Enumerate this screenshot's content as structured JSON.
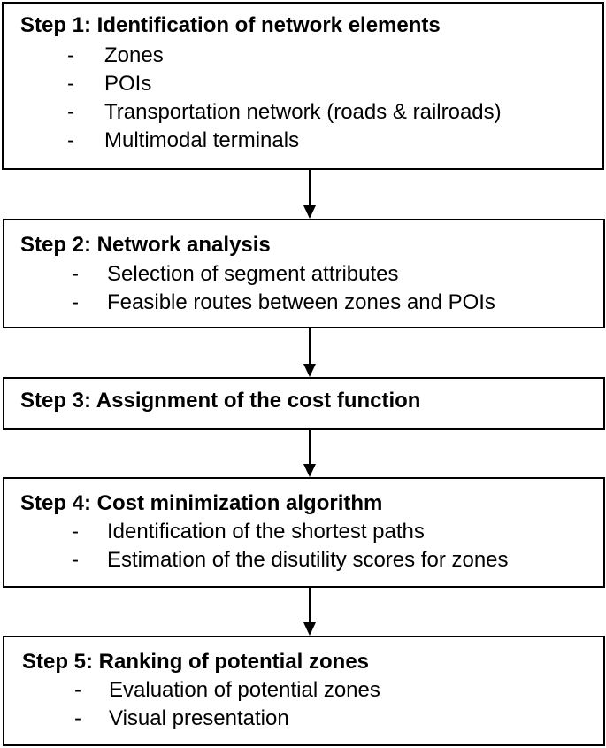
{
  "steps": [
    {
      "title": "Step 1: Identification of network elements",
      "items": [
        "Zones",
        "POIs",
        "Transportation network (roads & railroads)",
        "Multimodal terminals"
      ]
    },
    {
      "title": "Step 2: Network analysis",
      "items": [
        "Selection of segment attributes",
        "Feasible routes between zones and POIs"
      ]
    },
    {
      "title": "Step 3: Assignment of the cost function",
      "items": []
    },
    {
      "title": "Step 4: Cost minimization algorithm",
      "items": [
        "Identification of the shortest paths",
        "Estimation of the disutility scores for zones"
      ]
    },
    {
      "title": "Step 5: Ranking of potential zones",
      "items": [
        "Evaluation of potential zones",
        "Visual presentation"
      ]
    }
  ],
  "bullet": "-"
}
